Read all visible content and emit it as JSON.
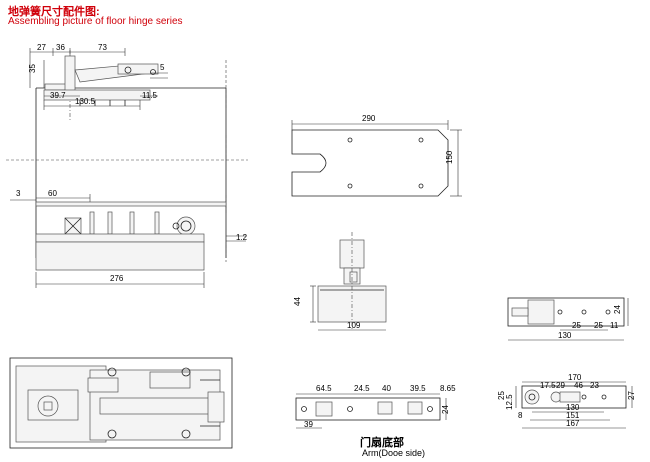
{
  "header": {
    "title_cn": "地弹簧尺寸配件图:",
    "title_en": "Assembling picture of floor hinge series"
  },
  "caption": {
    "cn": "门扇底部",
    "en": "Arm(Dooe side)"
  },
  "dims": {
    "d27": "27",
    "d36": "36",
    "d73": "73",
    "d35": "35",
    "d5": "5",
    "d39_7": "39.7",
    "d11_5": "11.5",
    "d130_5": "130.5",
    "d3": "3",
    "d60": "60",
    "d1_2": "1.2",
    "d276": "276",
    "d290": "290",
    "d150": "150",
    "d44": "44",
    "d109": "109",
    "d24a": "24",
    "d25a": "25",
    "d25b": "25",
    "d11": "11",
    "d130": "130",
    "d64_5": "64.5",
    "d24_5": "24.5",
    "d40": "40",
    "d39_5": "39.5",
    "d8_65": "8.65",
    "d24b": "24",
    "d39": "39",
    "d170": "170",
    "d17_5": "17.5",
    "d29": "29",
    "d46": "46",
    "d23": "23",
    "d25c": "25",
    "d12_5": "12.5",
    "d27b": "27",
    "d130b": "130",
    "d151": "151",
    "d8": "8",
    "d167": "167"
  }
}
